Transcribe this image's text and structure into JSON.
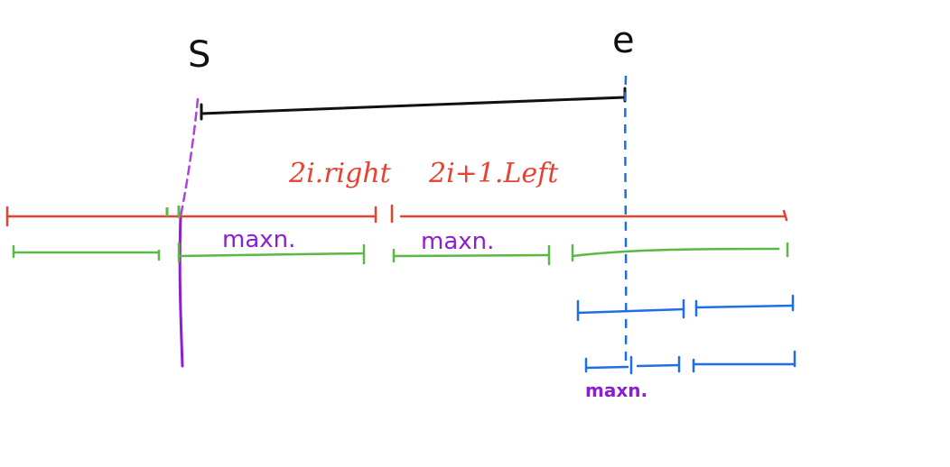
{
  "labels": {
    "s": "S",
    "e": "e",
    "left_child_right": "2i.right",
    "right_child_left": "2i+1.Left",
    "maxn_1": "maxn.",
    "maxn_2": "maxn.",
    "maxn_3": "maxn."
  },
  "colors": {
    "query": "#111111",
    "parent": "#e8412f",
    "children": "#5ab843",
    "deep": "#1e6fe0",
    "s_line_top": "#b040e0",
    "s_line_bottom": "#8c1fd0",
    "maxn": "#8c1fd0"
  }
}
